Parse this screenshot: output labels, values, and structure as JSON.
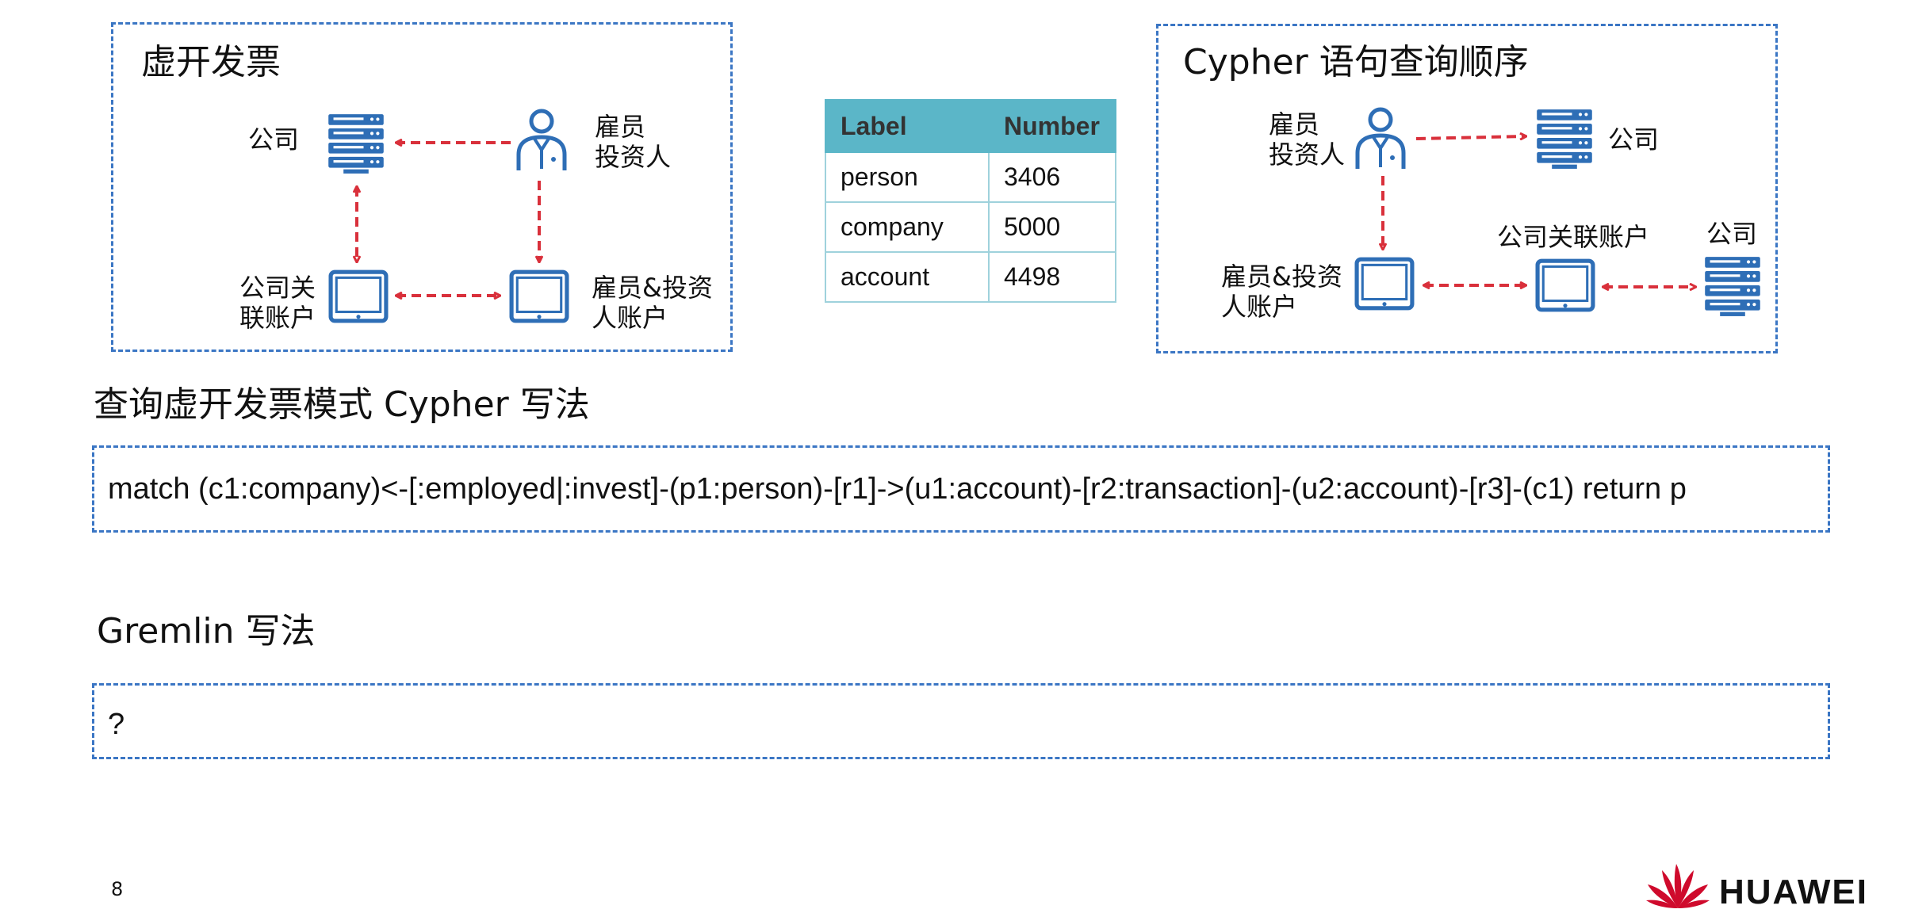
{
  "diagram_left": {
    "title": "虚开发票",
    "company": "公司",
    "employee": [
      "雇员",
      "投资人"
    ],
    "company_account": [
      "公司关",
      "联账户"
    ],
    "employee_account": [
      "雇员&投资",
      "人账户"
    ]
  },
  "table": {
    "headers": [
      "Label",
      "Number"
    ],
    "rows": [
      [
        "person",
        "3406"
      ],
      [
        "company",
        "5000"
      ],
      [
        "account",
        "4498"
      ]
    ]
  },
  "diagram_right": {
    "title": "Cypher 语句查询顺序",
    "employee": [
      "雇员",
      "投资人"
    ],
    "company_top": "公司",
    "employee_account": [
      "雇员&投资",
      "人账户"
    ],
    "company_account": "公司关联账户",
    "company_right": "公司"
  },
  "cypher": {
    "heading": "查询虚开发票模式 Cypher 写法",
    "code": "match (c1:company)<-[:employed|:invest]-(p1:person)-[r1]->(u1:account)-[r2:transaction]-(u2:account)-[r3]-(c1) return p"
  },
  "gremlin": {
    "heading": "Gremlin 写法",
    "code": "?"
  },
  "footer": {
    "page_number": "8",
    "brand": "HUAWEI"
  },
  "colors": {
    "dashed_border": "#3b76c4",
    "icon_blue": "#2e6eb6",
    "arrow_red": "#d9303b",
    "table_header": "#5bb6c8",
    "brand_red": "#cf0a2c"
  },
  "icons": [
    "server-icon",
    "person-icon",
    "tablet-icon",
    "huawei-logo"
  ]
}
